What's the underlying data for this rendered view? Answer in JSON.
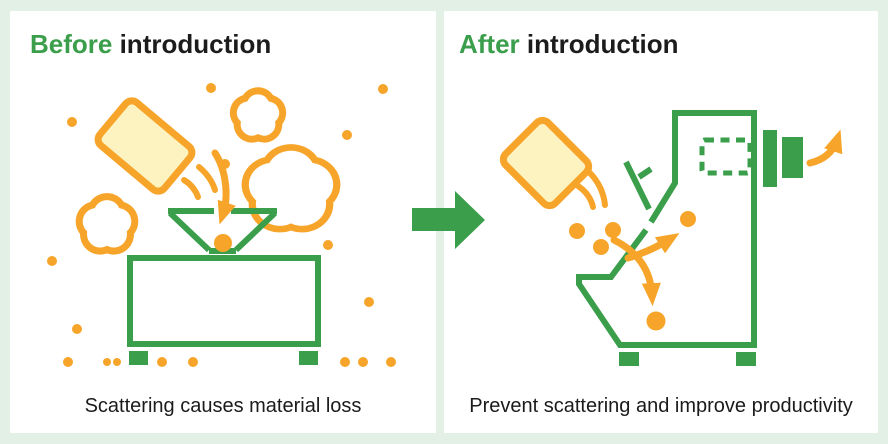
{
  "colors": {
    "background": "#e3f0e6",
    "panel": "#ffffff",
    "green": "#3a9e4b",
    "orange": "#f7a52a",
    "bag_fill": "#fcf3c1",
    "title_text": "#1c1c1c",
    "caption_text": "#1b1b1b"
  },
  "before_panel": {
    "title_highlight": "Before",
    "title_rest": " introduction",
    "caption": "Scattering causes material loss"
  },
  "after_panel": {
    "title_highlight": "After",
    "title_rest": " introduction",
    "caption": "Prevent scattering and improve productivity"
  },
  "icons": {
    "transition_arrow": "right-arrow",
    "material_bag": "tilted-bag",
    "dust_cloud": "puff-cloud",
    "material_particle": "dot",
    "hopper": "open-funnel",
    "machine": "machine-body",
    "flow_arrow": "curved-arrow",
    "exhaust_arrow": "curved-arrow-up"
  }
}
